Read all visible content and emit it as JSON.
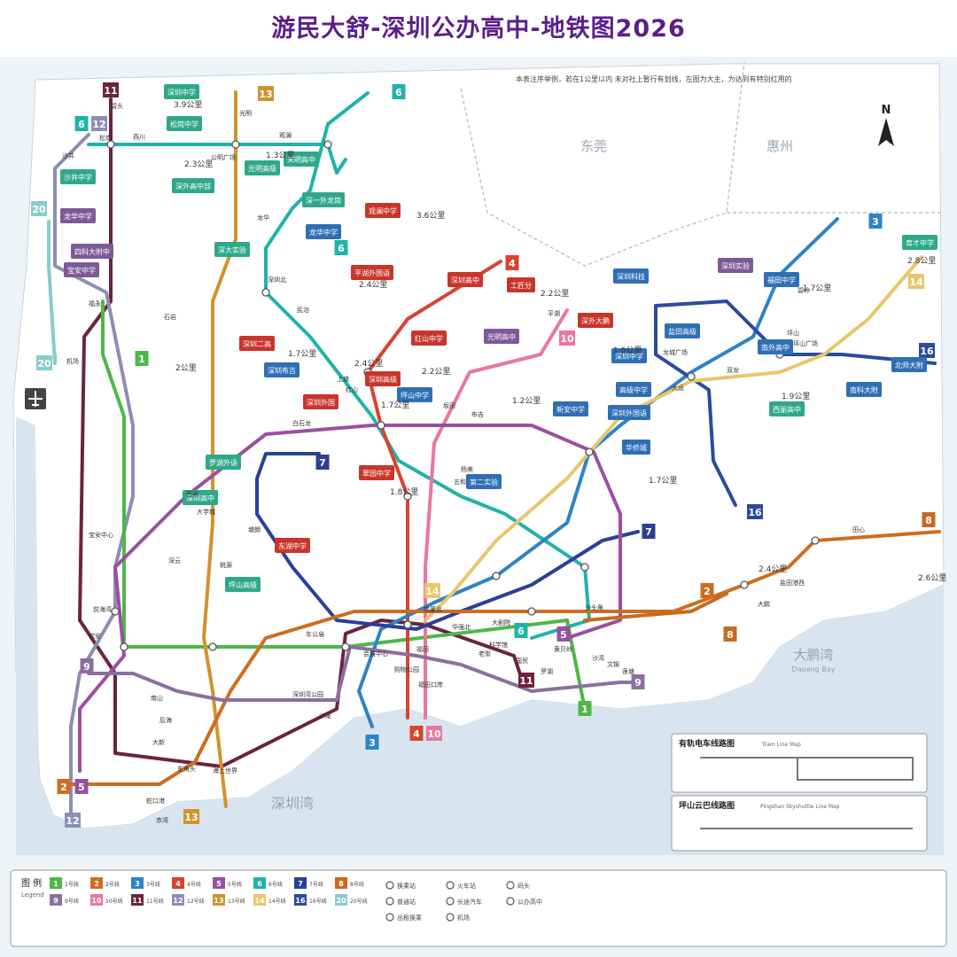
{
  "title": "游民大舒-深圳公办高中-地铁图2026",
  "note": "本表注序举例，若在1公里以内 未对社上暂行有划线，左图为大主，为达到有特别红用的",
  "regions": {
    "dongguan": "东莞",
    "huizhou": "惠州",
    "shenzhen_bay": "深圳湾",
    "dapeng_bay": "大鹏湾",
    "dapeng_bay_en": "Dapeng Bay"
  },
  "compass": "N",
  "colors": {
    "L1": "#4eb748",
    "L2": "#cc6d1f",
    "L3": "#2e83c5",
    "L4": "#d8432e",
    "L5": "#9b4fa0",
    "L6": "#20b3a7",
    "L7": "#2a3f96",
    "L8": "#c86a1e",
    "L9": "#8c6f9e",
    "L10": "#e8779e",
    "L11": "#6b2440",
    "L12": "#8c8eb6",
    "L13": "#d1922e",
    "L14": "#e8c66c",
    "L16": "#2b4b9b",
    "L20": "#88cbd1",
    "school_green": "#2fa889",
    "school_red": "#c8352b",
    "school_blue": "#2e6fb5",
    "school_purple": "#7d5a96",
    "water": "#d8e5f0",
    "land": "#ffffff"
  },
  "line_labels": [
    {
      "id": "lb11",
      "text": "11"
    },
    {
      "id": "lb13",
      "text": "13"
    },
    {
      "id": "lb6t",
      "text": "6"
    },
    {
      "id": "lb6a",
      "text": "6"
    },
    {
      "id": "lb12a",
      "text": "12"
    },
    {
      "id": "lb20a",
      "text": "20"
    },
    {
      "id": "lb20b",
      "text": "20"
    },
    {
      "id": "lb1a",
      "text": "1"
    },
    {
      "id": "lb4a",
      "text": "4"
    },
    {
      "id": "lb6b",
      "text": "6"
    },
    {
      "id": "lb3a",
      "text": "3"
    },
    {
      "id": "lb16a",
      "text": "16"
    },
    {
      "id": "lb16b",
      "text": "16"
    },
    {
      "id": "lb14a",
      "text": "14"
    },
    {
      "id": "lb10a",
      "text": "10"
    },
    {
      "id": "lb7a",
      "text": "7"
    },
    {
      "id": "lb7b",
      "text": "7"
    },
    {
      "id": "lb8a",
      "text": "8"
    },
    {
      "id": "lb8b",
      "text": "8"
    },
    {
      "id": "lb2a",
      "text": "2"
    },
    {
      "id": "lb14b",
      "text": "14"
    },
    {
      "id": "lb5a",
      "text": "5"
    },
    {
      "id": "lb6c",
      "text": "6"
    },
    {
      "id": "lb11b",
      "text": "11"
    },
    {
      "id": "lb9a",
      "text": "9"
    },
    {
      "id": "lb9b",
      "text": "9"
    },
    {
      "id": "lb1b",
      "text": "1"
    },
    {
      "id": "lb3b",
      "text": "3"
    },
    {
      "id": "lb4b",
      "text": "4"
    },
    {
      "id": "lb10b",
      "text": "10"
    },
    {
      "id": "lb2b",
      "text": "2"
    },
    {
      "id": "lb5b",
      "text": "5"
    },
    {
      "id": "lb12b",
      "text": "12"
    },
    {
      "id": "lb13b",
      "text": "13"
    }
  ],
  "schools": [
    {
      "id": "s1",
      "text": "深圳中学"
    },
    {
      "id": "s2",
      "text": "松岗中学"
    },
    {
      "id": "s3",
      "text": "沙井中学"
    },
    {
      "id": "s4",
      "text": "龙华中学"
    },
    {
      "id": "s5",
      "text": "四科大附中"
    },
    {
      "id": "s6",
      "text": "宝安中学"
    },
    {
      "id": "s7",
      "text": "深外高中部"
    },
    {
      "id": "s8",
      "text": "光明高级"
    },
    {
      "id": "s9",
      "text": "宋明高中"
    },
    {
      "id": "s10",
      "text": "深一外龙岗"
    },
    {
      "id": "s11",
      "text": "深大实验"
    },
    {
      "id": "s12",
      "text": "龙华中学"
    },
    {
      "id": "s13",
      "text": "观澜中学"
    },
    {
      "id": "s14",
      "text": "平湖外国语"
    },
    {
      "id": "s15",
      "text": "深圳高中"
    },
    {
      "id": "s16",
      "text": "工匠分"
    },
    {
      "id": "s17",
      "text": "深圳二高"
    },
    {
      "id": "s18",
      "text": "深圳布吉"
    },
    {
      "id": "s19",
      "text": "红山中学"
    },
    {
      "id": "s20",
      "text": "深圳高级"
    },
    {
      "id": "s21",
      "text": "深圳外国"
    },
    {
      "id": "s22",
      "text": "坪山中学"
    },
    {
      "id": "s23",
      "text": "光明高中"
    },
    {
      "id": "s24",
      "text": "深外大鹏"
    },
    {
      "id": "s25",
      "text": "深圳科技"
    },
    {
      "id": "s26",
      "text": "盐田高级"
    },
    {
      "id": "s27",
      "text": "深圳实验"
    },
    {
      "id": "s28",
      "text": "福田中学"
    },
    {
      "id": "s29",
      "text": "深圳中学"
    },
    {
      "id": "s30",
      "text": "高级中学"
    },
    {
      "id": "s31",
      "text": "深圳外国语"
    },
    {
      "id": "s32",
      "text": "南外高中"
    },
    {
      "id": "s33",
      "text": "南科大附"
    },
    {
      "id": "s34",
      "text": "北师大附"
    },
    {
      "id": "s35",
      "text": "育才中学"
    },
    {
      "id": "s36",
      "text": "西丽高中"
    },
    {
      "id": "s37",
      "text": "华侨城"
    },
    {
      "id": "s38",
      "text": "新安中学"
    },
    {
      "id": "s39",
      "text": "第二实验"
    },
    {
      "id": "s40",
      "text": "翠园中学"
    },
    {
      "id": "s41",
      "text": "深圳高中"
    },
    {
      "id": "s42",
      "text": "罗湖外语"
    },
    {
      "id": "s43",
      "text": "东湖中学"
    },
    {
      "id": "s44",
      "text": "坪山高级"
    }
  ],
  "distances": [
    {
      "id": "d1",
      "text": "3.9公里"
    },
    {
      "id": "d2",
      "text": "2.3公里"
    },
    {
      "id": "d3",
      "text": "1.3公里"
    },
    {
      "id": "d4",
      "text": "3.6公里"
    },
    {
      "id": "d5",
      "text": "2.4公里"
    },
    {
      "id": "d6",
      "text": "2.2公里"
    },
    {
      "id": "d7",
      "text": "2.4公里"
    },
    {
      "id": "d8",
      "text": "2.2公里"
    },
    {
      "id": "d9",
      "text": "1.7公里"
    },
    {
      "id": "d10",
      "text": "2公里"
    },
    {
      "id": "d11",
      "text": "1.8公里"
    },
    {
      "id": "d12",
      "text": "1.7公里"
    },
    {
      "id": "d13",
      "text": "1.2公里"
    },
    {
      "id": "d14",
      "text": "1.6公里"
    },
    {
      "id": "d15",
      "text": "1.7公里"
    },
    {
      "id": "d16",
      "text": "2.8公里"
    },
    {
      "id": "d17",
      "text": "1.9公里"
    },
    {
      "id": "d18",
      "text": "2.4公里"
    },
    {
      "id": "d19",
      "text": "2.6公里"
    },
    {
      "id": "d20",
      "text": "1.7公里"
    }
  ],
  "stations": [
    {
      "id": "st1",
      "text": "碧头"
    },
    {
      "id": "st2",
      "text": "松岗"
    },
    {
      "id": "st3",
      "text": "燕川"
    },
    {
      "id": "st4",
      "text": "沙井"
    },
    {
      "id": "st5",
      "text": "福永"
    },
    {
      "id": "st6",
      "text": "机场"
    },
    {
      "id": "st7",
      "text": "宝安中心"
    },
    {
      "id": "st8",
      "text": "前海湾"
    },
    {
      "id": "st9",
      "text": "南山"
    },
    {
      "id": "st10",
      "text": "后海"
    },
    {
      "id": "st11",
      "text": "深圳湾公园"
    },
    {
      "id": "st12",
      "text": "光明"
    },
    {
      "id": "st13",
      "text": "公明广场"
    },
    {
      "id": "st14",
      "text": "观澜"
    },
    {
      "id": "st15",
      "text": "龙华"
    },
    {
      "id": "st16",
      "text": "深圳北"
    },
    {
      "id": "st17",
      "text": "民治"
    },
    {
      "id": "st18",
      "text": "上塘"
    },
    {
      "id": "st19",
      "text": "红山"
    },
    {
      "id": "st20",
      "text": "福田"
    },
    {
      "id": "st21",
      "text": "会展中心"
    },
    {
      "id": "st22",
      "text": "购物公园"
    },
    {
      "id": "st23",
      "text": "车公庙"
    },
    {
      "id": "st24",
      "text": "华强北"
    },
    {
      "id": "st25",
      "text": "大剧院"
    },
    {
      "id": "st26",
      "text": "老街"
    },
    {
      "id": "st27",
      "text": "国贸"
    },
    {
      "id": "st28",
      "text": "罗湖"
    },
    {
      "id": "st29",
      "text": "布吉"
    },
    {
      "id": "st30",
      "text": "大运"
    },
    {
      "id": "st31",
      "text": "龙城广场"
    },
    {
      "id": "st32",
      "text": "双龙"
    },
    {
      "id": "st33",
      "text": "坪山"
    },
    {
      "id": "st34",
      "text": "坪山广场"
    },
    {
      "id": "st35",
      "text": "碧岭"
    },
    {
      "id": "st36",
      "text": "大鹏"
    },
    {
      "id": "st37",
      "text": "盐田港西"
    },
    {
      "id": "st38",
      "text": "沙头角"
    },
    {
      "id": "st39",
      "text": "平湖"
    },
    {
      "id": "st40",
      "text": "坂田"
    },
    {
      "id": "st41",
      "text": "西丽"
    },
    {
      "id": "st42",
      "text": "大学城"
    },
    {
      "id": "st43",
      "text": "科学馆"
    },
    {
      "id": "st44",
      "text": "黄贝岭"
    },
    {
      "id": "st45",
      "text": "沙湾"
    },
    {
      "id": "st46",
      "text": "文锦"
    },
    {
      "id": "st47",
      "text": "莲塘"
    },
    {
      "id": "st48",
      "text": "福田口岸"
    },
    {
      "id": "st49",
      "text": "岗厦北"
    },
    {
      "id": "st50",
      "text": "五和"
    },
    {
      "id": "st51",
      "text": "杨美"
    },
    {
      "id": "st52",
      "text": "田心"
    },
    {
      "id": "st53",
      "text": "深云"
    },
    {
      "id": "st54",
      "text": "白石龙"
    },
    {
      "id": "st55",
      "text": "塘朗"
    },
    {
      "id": "st56",
      "text": "桃源"
    },
    {
      "id": "st57",
      "text": "石岩"
    },
    {
      "id": "st58",
      "text": "蛇口港"
    },
    {
      "id": "st59",
      "text": "赤湾"
    },
    {
      "id": "st60",
      "text": "沙尾"
    },
    {
      "id": "st61",
      "text": "大新"
    },
    {
      "id": "st62",
      "text": "宝安"
    },
    {
      "id": "st63",
      "text": "东角头"
    },
    {
      "id": "st64",
      "text": "海上世界"
    }
  ],
  "legend": {
    "title": "图 例",
    "subtitle": "Legend",
    "items": [
      {
        "num": "1",
        "color": "#4eb748",
        "name": "1号线"
      },
      {
        "num": "2",
        "color": "#cc6d1f",
        "name": "2号线"
      },
      {
        "num": "3",
        "color": "#2e83c5",
        "name": "3号线"
      },
      {
        "num": "4",
        "color": "#d8432e",
        "name": "4号线"
      },
      {
        "num": "5",
        "color": "#9b4fa0",
        "name": "5号线"
      },
      {
        "num": "6",
        "color": "#20b3a7",
        "name": "6号线"
      },
      {
        "num": "7",
        "color": "#2a3f96",
        "name": "7号线"
      },
      {
        "num": "8",
        "color": "#c86a1e",
        "name": "8号线"
      },
      {
        "num": "9",
        "color": "#8c6f9e",
        "name": "9号线"
      },
      {
        "num": "10",
        "color": "#e8779e",
        "name": "10号线"
      },
      {
        "num": "11",
        "color": "#6b2440",
        "name": "11号线"
      },
      {
        "num": "12",
        "color": "#8c8eb6",
        "name": "12号线"
      },
      {
        "num": "13",
        "color": "#d1922e",
        "name": "13号线"
      },
      {
        "num": "14",
        "color": "#e8c66c",
        "name": "14号线"
      },
      {
        "num": "16",
        "color": "#2b4b9b",
        "name": "16号线"
      },
      {
        "num": "20",
        "color": "#88cbd1",
        "name": "20号线"
      }
    ],
    "symbols": [
      "换乘站",
      "普通站",
      "出租换乘",
      "火车站",
      "长途汽车",
      "机场",
      "码头",
      "公办高中"
    ]
  },
  "insets": {
    "tram": {
      "title": "有轨电车线路图",
      "subtitle": "Tram Line Map"
    },
    "skyshuttle": {
      "title": "坪山云巴线路图",
      "subtitle": "Pingshan Skyshuttle Line Map"
    }
  }
}
